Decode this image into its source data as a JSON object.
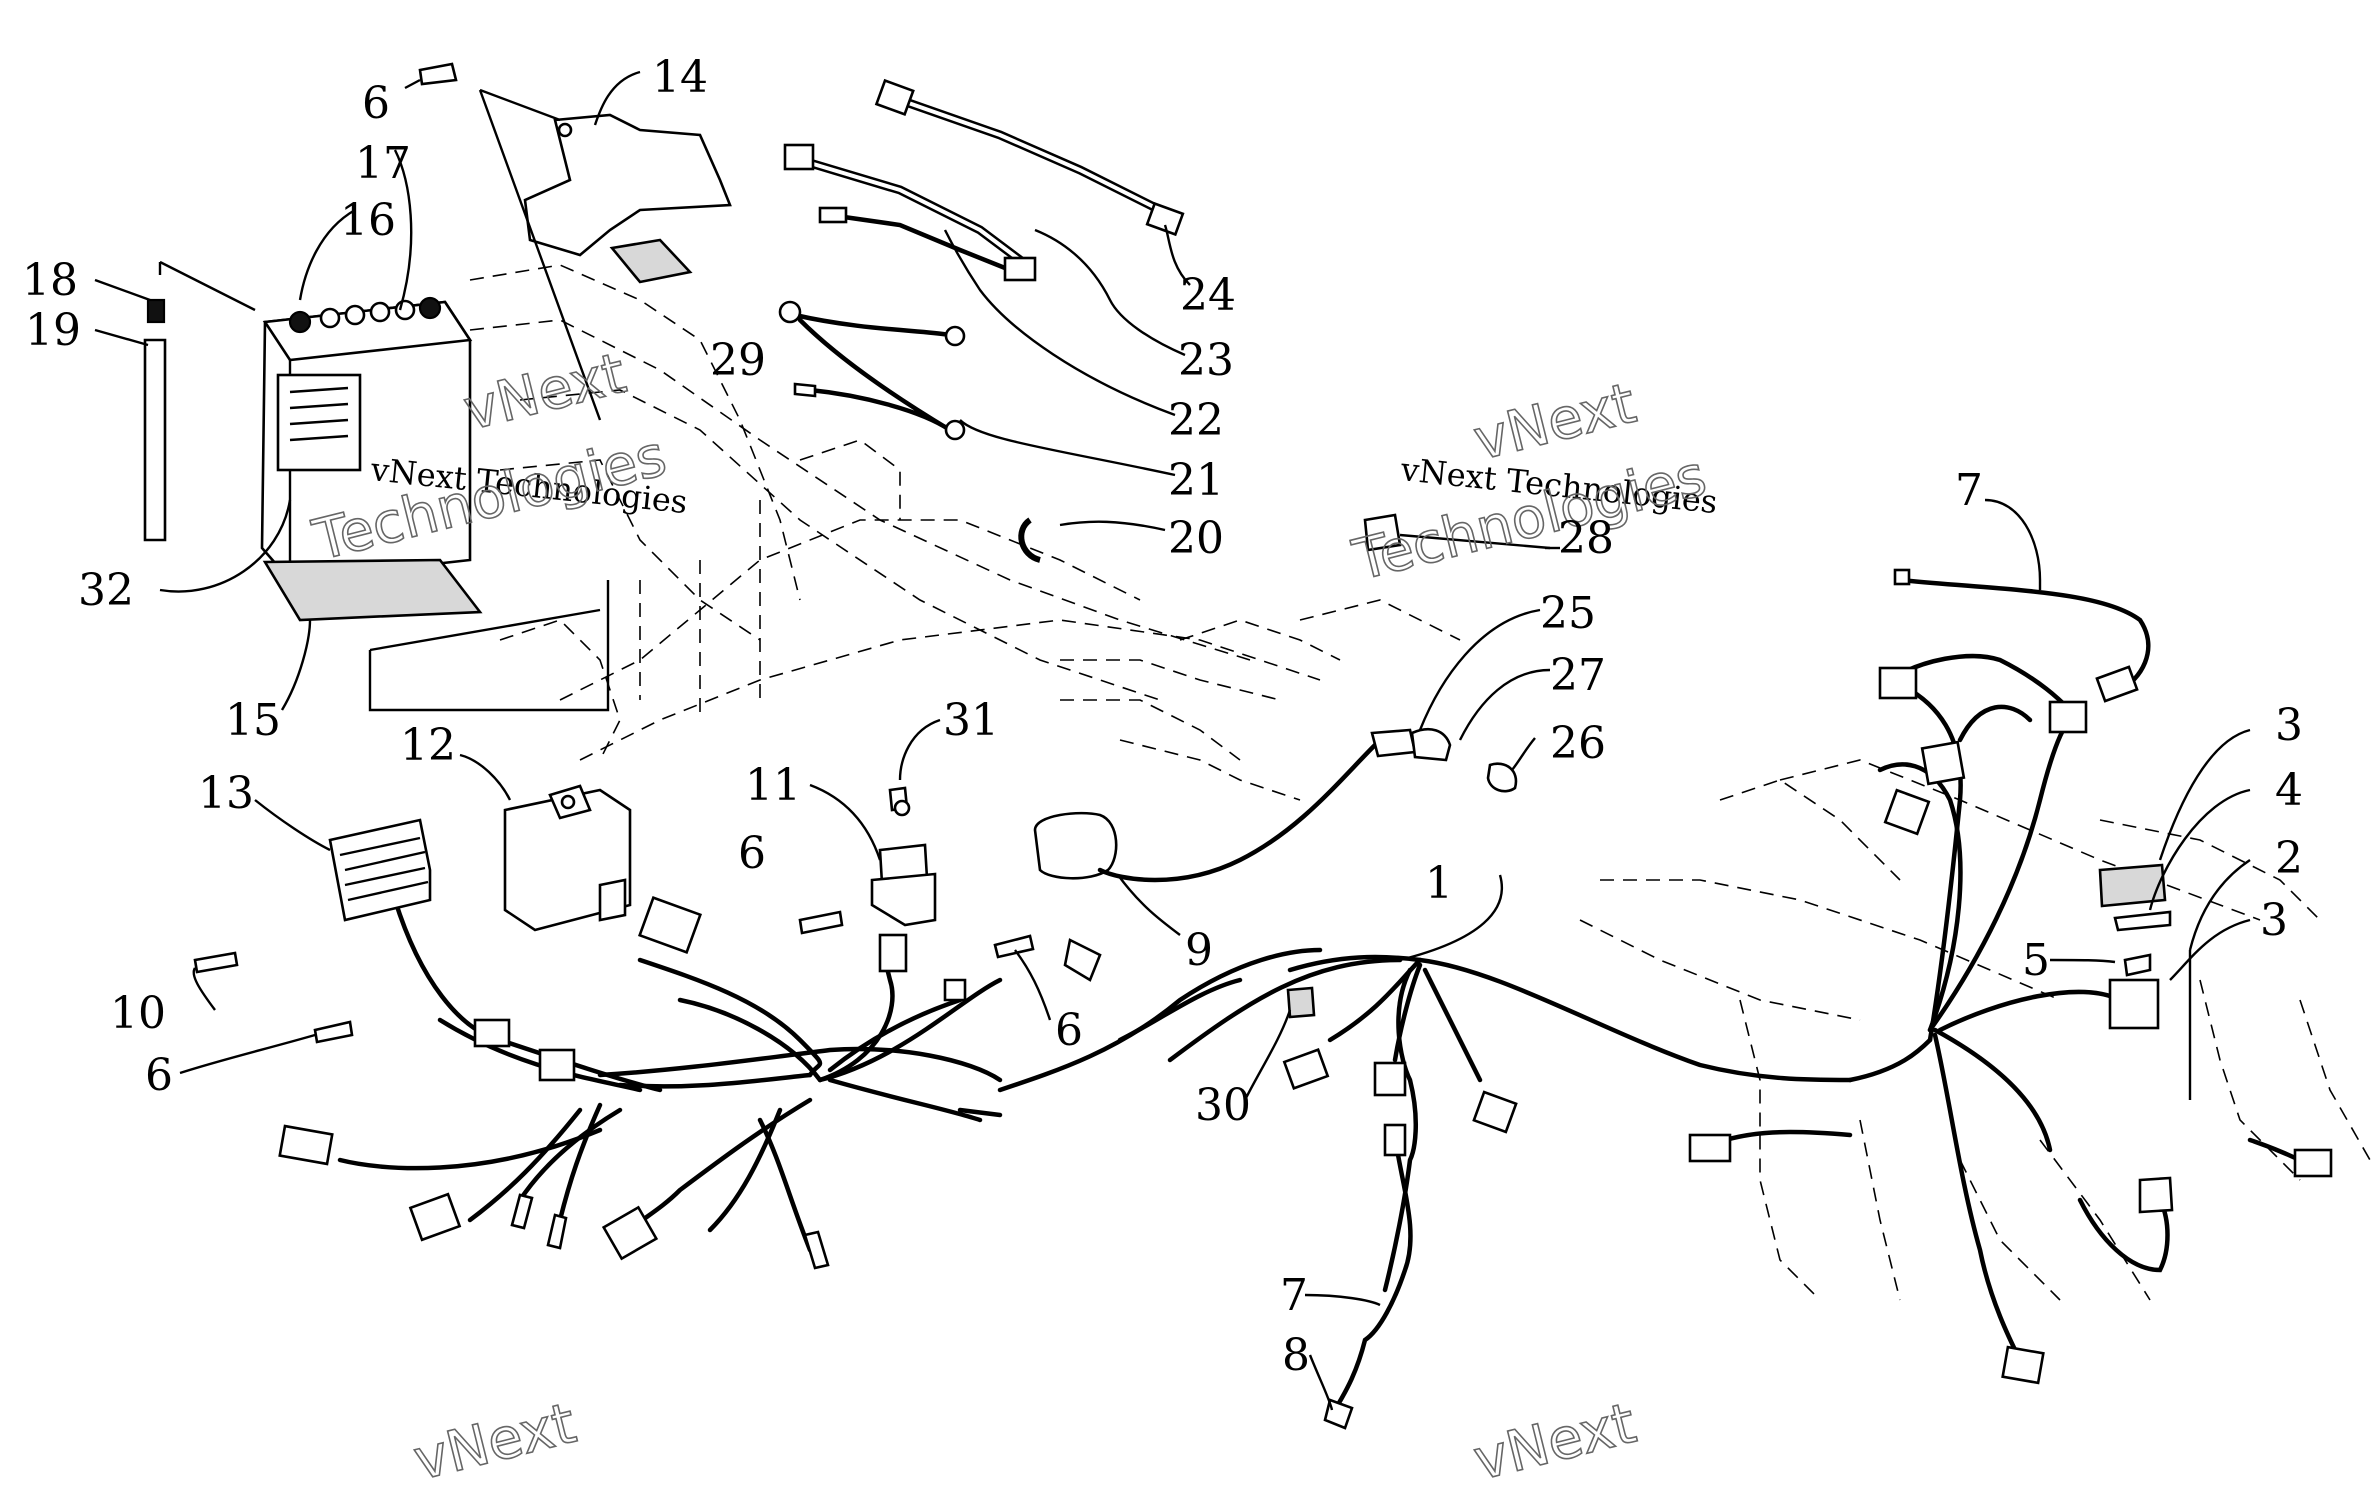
{
  "callouts": [
    {
      "id": "6a",
      "label": "6"
    },
    {
      "id": "14",
      "label": "14"
    },
    {
      "id": "17",
      "label": "17"
    },
    {
      "id": "16",
      "label": "16"
    },
    {
      "id": "18",
      "label": "18"
    },
    {
      "id": "19",
      "label": "19"
    },
    {
      "id": "24",
      "label": "24"
    },
    {
      "id": "23",
      "label": "23"
    },
    {
      "id": "29",
      "label": "29"
    },
    {
      "id": "22",
      "label": "22"
    },
    {
      "id": "21",
      "label": "21"
    },
    {
      "id": "20",
      "label": "20"
    },
    {
      "id": "28",
      "label": "28"
    },
    {
      "id": "7a",
      "label": "7"
    },
    {
      "id": "32",
      "label": "32"
    },
    {
      "id": "25",
      "label": "25"
    },
    {
      "id": "27",
      "label": "27"
    },
    {
      "id": "26",
      "label": "26"
    },
    {
      "id": "15",
      "label": "15"
    },
    {
      "id": "12",
      "label": "12"
    },
    {
      "id": "31",
      "label": "31"
    },
    {
      "id": "3a",
      "label": "3"
    },
    {
      "id": "13",
      "label": "13"
    },
    {
      "id": "11",
      "label": "11"
    },
    {
      "id": "4",
      "label": "4"
    },
    {
      "id": "6b",
      "label": "6"
    },
    {
      "id": "2",
      "label": "2"
    },
    {
      "id": "1",
      "label": "1"
    },
    {
      "id": "3b",
      "label": "3"
    },
    {
      "id": "5",
      "label": "5"
    },
    {
      "id": "9",
      "label": "9"
    },
    {
      "id": "10",
      "label": "10"
    },
    {
      "id": "6c",
      "label": "6"
    },
    {
      "id": "6d",
      "label": "6"
    },
    {
      "id": "30",
      "label": "30"
    },
    {
      "id": "7b",
      "label": "7"
    },
    {
      "id": "8",
      "label": "8"
    }
  ],
  "watermark": {
    "line1": "vNext Technologies",
    "line2": "vNext",
    "line3": "Technologies"
  }
}
